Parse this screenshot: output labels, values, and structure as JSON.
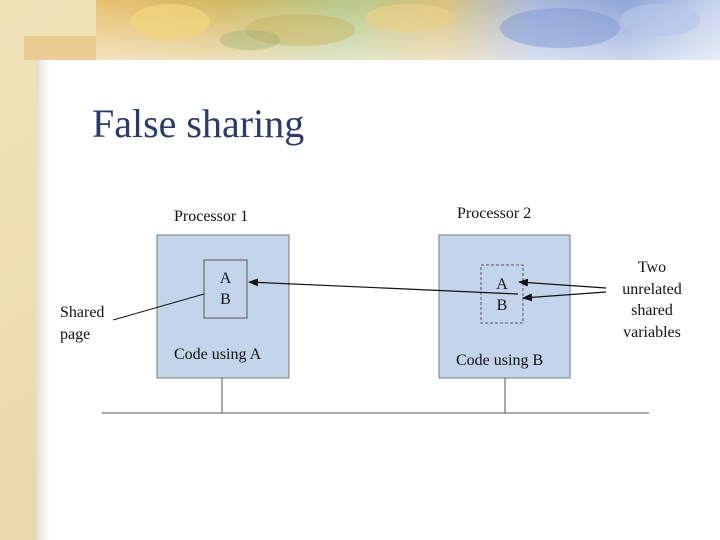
{
  "title": "False sharing",
  "processors": [
    {
      "label": "Processor 1",
      "var_a": "A",
      "var_b": "B",
      "code_label": "Code using A"
    },
    {
      "label": "Processor 2",
      "var_a": "A",
      "var_b": "B",
      "code_label": "Code using B"
    }
  ],
  "shared_page_label": [
    "Shared",
    "page"
  ],
  "annotation_label": [
    "Two",
    "unrelated",
    "shared",
    "variables"
  ],
  "colors": {
    "title": "#2a3a6b",
    "processor_box_fill": "#c3d5eb",
    "processor_box_stroke": "#7a7a7a",
    "arrow": "#111111",
    "bus_line": "#555555"
  }
}
